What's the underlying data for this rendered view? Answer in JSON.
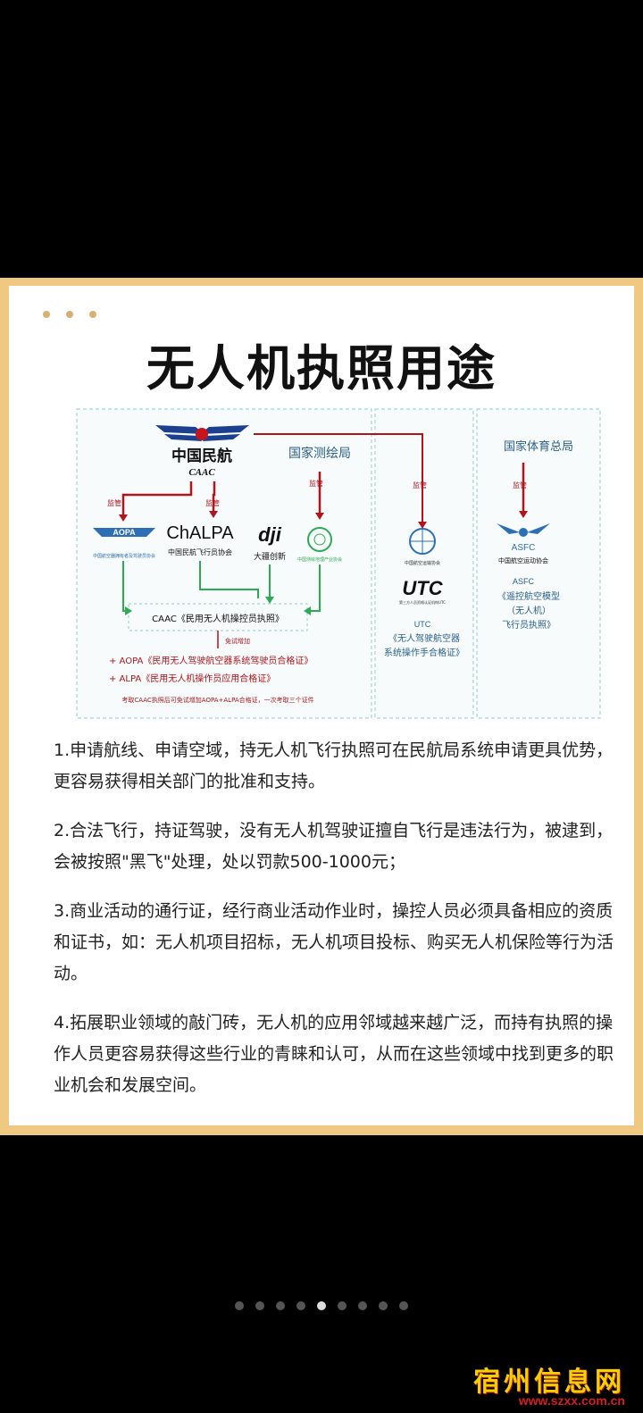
{
  "title": "无人机执照用途",
  "diagram": {
    "caac_cn": "中国民航",
    "caac_en": "CAAC",
    "surveying": "国家测绘局",
    "sports": "国家体育总局",
    "supervise": "监管",
    "aopa_logo": "AOPA",
    "chalpa_logo": "ChALPA",
    "chalpa_cn": "中国民航飞行员协会",
    "dji_logo": "dji",
    "dji_cn": "大疆创新",
    "aopa_sub": "中国航空器拥有者及驾驶员协会",
    "chinasurvey_sub": "中国测绘地理产业协会",
    "caac_cert": "CAAC《民用无人机操控员执照》",
    "exempt": "免试增加",
    "aopa_cert": "+ AOPA《民用无人驾驶航空器系统驾驶员合格证》",
    "alpa_cert": "+ ALPA《民用无人机操作员应用合格证》",
    "note": "考取CAAC执照后可免试增加AOPA+ALPA合格证，一次考取三个证件",
    "cata": "中国航空运输协会",
    "utc_logo": "UTC",
    "utc_sub": "第三方人员资格认证机构UTC",
    "utc_name": "UTC",
    "utc_cert1": "《无人驾驶航空器",
    "utc_cert2": "系统操作手合格证》",
    "asfc_logo": "ASFC",
    "asfc_cn": "中国航空运动协会",
    "asfc_name": "ASFC",
    "asfc_cert1": "《遥控航空模型",
    "asfc_cert2": "（无人机）",
    "asfc_cert3": "飞行员执照》"
  },
  "paragraphs": [
    "1.申请航线、申请空域，持无人机飞行执照可在民航局系统申请更具优势，更容易获得相关部门的批准和支持。",
    "2.合法飞行，持证驾驶，没有无人机驾驶证擅自飞行是违法行为，被逮到，会被按照\"黑飞\"处理，处以罚款500-1000元；",
    "3.商业活动的通行证，经行商业活动作业时，操控人员必须具备相应的资质和证书，如：无人机项目招标，无人机项目投标、购买无人机保险等行为活动。",
    "4.拓展职业领域的敲门砖，无人机的应用邻域越来越广泛，而持有执照的操作人员更容易获得这些行业的青睐和认可，从而在这些领域中找到更多的职业机会和发展空间。"
  ],
  "pager": {
    "count": 9,
    "active_index": 4
  },
  "watermark": {
    "name": "宿州信息网",
    "url": "www.szxx.com.cn"
  },
  "colors": {
    "card_border": "#efc982",
    "arrow_red": "#b0141c",
    "arrow_green": "#2eaa55",
    "caac_blue": "#1c3f8f"
  }
}
